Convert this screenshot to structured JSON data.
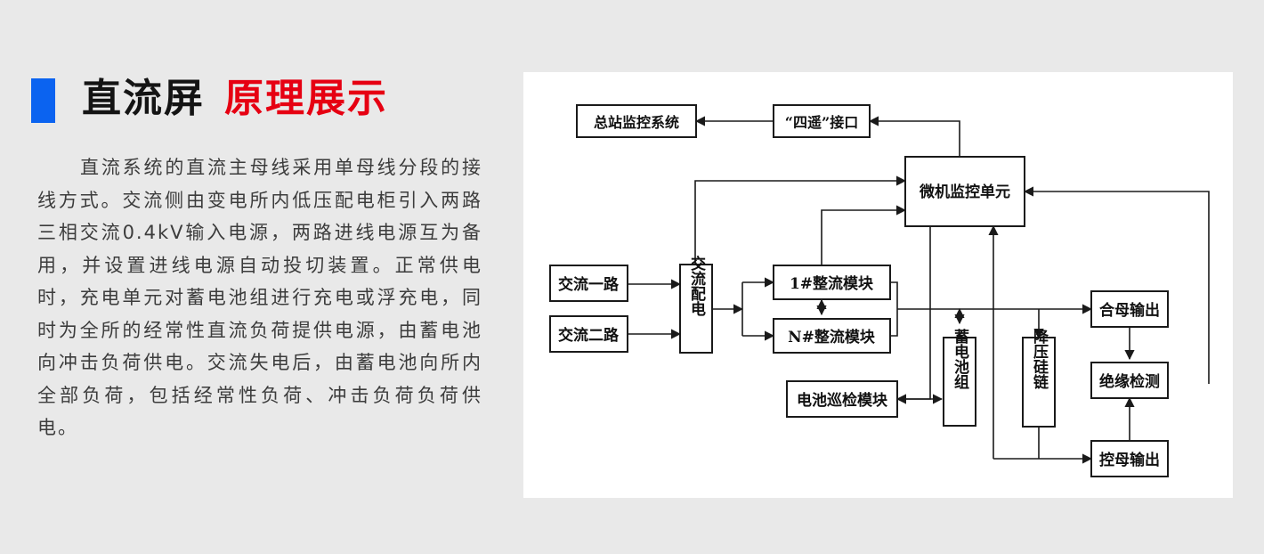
{
  "header": {
    "title_main": "直流屏",
    "title_accent": "原理展示"
  },
  "description": "直流系统的直流主母线采用单母线分段的接线方式。交流侧由变电所内低压配电柜引入两路三相交流0.4kV输入电源，两路进线电源互为备用，并设置进线电源自动投切装置。正常供电时，充电单元对蓄电池组进行充电或浮充电，同时为全所的经常性直流负荷提供电源，由蓄电池向冲击负荷供电。交流失电后，由蓄电池向所内全部负荷，包括经常性负荷、冲击负荷负荷供电。",
  "colors": {
    "accent_blue": "#0b63f0",
    "accent_red": "#e60012",
    "title_black": "#141414",
    "text_gray": "#3c3c3c",
    "page_bg": "#e9e9e9",
    "panel_bg": "#ffffff"
  },
  "diagram": {
    "nodes": {
      "master_station": "总站监控系统",
      "four_remote": "“四遥”接口",
      "micro_monitor": "微机监控单元",
      "ac_line1": "交流一路",
      "ac_line2": "交流二路",
      "ac_dist": "交流配电",
      "rect1": "1#整流模块",
      "rectN": "N#整流模块",
      "combined_out": "合母输出",
      "insulation": "绝缘检测",
      "battery_patrol": "电池巡检模块",
      "battery_group": "蓄电池组",
      "step_down": "降压硅链",
      "control_out": "控母输出"
    }
  }
}
